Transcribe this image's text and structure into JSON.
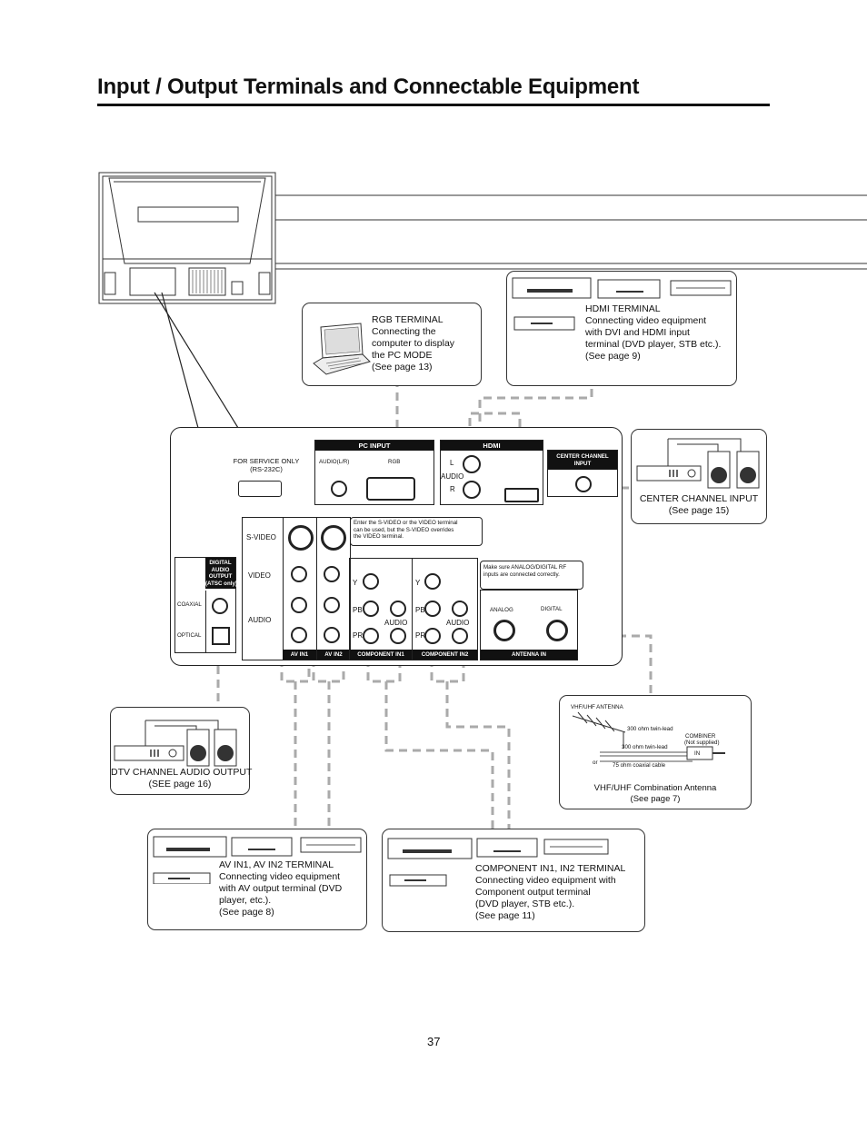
{
  "page": {
    "title": "Input / Output Terminals and Connectable Equipment",
    "page_number": "37"
  },
  "rgb_box": {
    "lines": [
      "RGB TERMINAL",
      "Connecting the",
      "computer to display",
      "the PC MODE",
      "(See page 13)"
    ]
  },
  "hdmi_box": {
    "lines": [
      "HDMI TERMINAL",
      "Connecting video equipment",
      "with DVI and HDMI input",
      "terminal (DVD player, STB etc.).",
      "(See page 9)"
    ]
  },
  "center_box": {
    "lines": [
      "CENTER CHANNEL INPUT",
      "(See page 15)"
    ]
  },
  "dtv_box": {
    "lines": [
      "DTV CHANNEL AUDIO OUTPUT",
      "(SEE page 16)"
    ]
  },
  "antenna_box": {
    "header": "VHF/UHF ANTENNA",
    "twin1": "300 ohm twin-lead",
    "twin2": "300 ohm twin-lead",
    "or": "or",
    "coax": "75 ohm coaxial cable",
    "combiner": "COMBINER",
    "not_supplied": "(Not supplied)",
    "in": "IN",
    "caption": "VHF/UHF Combination Antenna",
    "see": "(See page 7)"
  },
  "av_box": {
    "lines": [
      "AV IN1, AV IN2 TERMINAL",
      "Connecting video equipment",
      "with AV output terminal (DVD",
      "player, etc.).",
      "(See page 8)"
    ]
  },
  "comp_box": {
    "lines": [
      "COMPONENT IN1, IN2 TERMINAL",
      "Connecting video equipment with",
      "Component output terminal",
      "(DVD player, STB etc.).",
      "(See page 11)"
    ]
  },
  "panel": {
    "service_only": "FOR SERVICE ONLY",
    "rs232": "(RS-232C)",
    "pc_input": "PC INPUT",
    "audio_lr": "AUDIO(L/R)",
    "rgb": "RGB",
    "hdmi": "HDMI",
    "l": "L",
    "audio": "AUDIO",
    "r": "R",
    "center_channel": "CENTER CHANNEL",
    "input": "INPUT",
    "s_video": "S-VIDEO",
    "video": "VIDEO",
    "audio_label": "AUDIO",
    "svideo_note": [
      "Enter the S-VIDEO or the VIDEO terminal",
      "can be used, but the S-VIDEO overrides",
      "the VIDEO terminal."
    ],
    "analog_note": [
      "Make sure ANALOG/DIGITAL RF",
      "inputs are connected correctly."
    ],
    "digital_audio": [
      "DIGITAL",
      "AUDIO",
      "OUTPUT",
      "(ATSC only)"
    ],
    "coaxial": "COAXIAL",
    "optical": "OPTICAL",
    "y": "Y",
    "pb": "PB",
    "pr": "PR",
    "analog": "ANALOG",
    "digital": "DIGITAL",
    "av_in1": "AV IN1",
    "av_in2": "AV IN2",
    "component_in1": "COMPONENT IN1",
    "component_in2": "COMPONENT IN2",
    "antenna_in": "ANTENNA IN"
  }
}
